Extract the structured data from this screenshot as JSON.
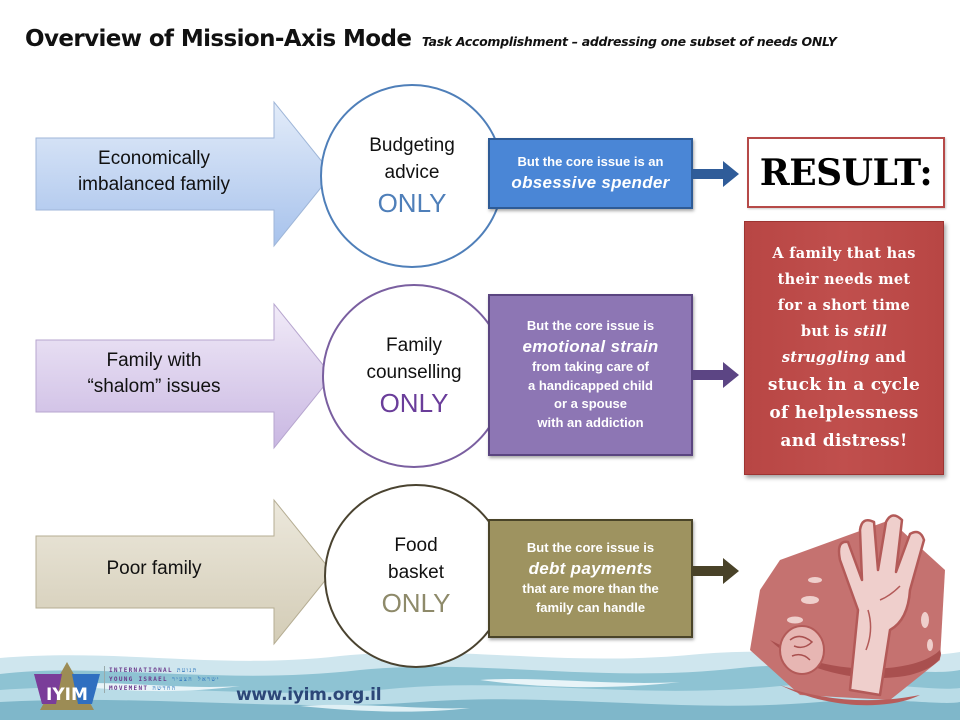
{
  "title": {
    "main": "Overview of Mission-Axis Mode",
    "subtitle": "Task Accomplishment –  addressing one subset of needs ONLY"
  },
  "rows": [
    {
      "family_lines": [
        "Economically",
        "imbalanced family"
      ],
      "service_lines": [
        "Budgeting",
        "advice"
      ],
      "service_only": "ONLY",
      "issue_lines_before": [
        "But the core issue is an"
      ],
      "issue_emphasis": "obsessive spender",
      "issue_lines_after": [],
      "colors": {
        "arrow_light": "#dbe6f7",
        "arrow_dark": "#a9c4ee",
        "circle_border": "#4f7fb9",
        "only_text": "#4f7fb9",
        "box_fill": "#4a86d6",
        "box_border": "#2e5b96",
        "small_arrow": "#2f5c99"
      }
    },
    {
      "family_lines": [
        "Family with",
        "“shalom” issues"
      ],
      "service_lines": [
        "Family",
        "counselling"
      ],
      "service_only": "ONLY",
      "issue_lines_before": [
        "But the core issue is"
      ],
      "issue_emphasis": "emotional strain",
      "issue_lines_after": [
        "from taking care of",
        "a handicapped child",
        "or a spouse",
        "with an addiction"
      ],
      "colors": {
        "arrow_light": "#efe8f6",
        "arrow_dark": "#cbbbe2",
        "circle_border": "#7a5fa0",
        "only_text": "#6a3d9a",
        "box_fill": "#8d76b4",
        "box_border": "#5a4580",
        "small_arrow": "#5c4584"
      }
    },
    {
      "family_lines": [
        "Poor family"
      ],
      "service_lines": [
        "Food",
        "basket"
      ],
      "service_only": "ONLY",
      "issue_lines_before": [
        "But the core issue is"
      ],
      "issue_emphasis": "debt payments",
      "issue_lines_after": [
        "that are more than the",
        "family can handle"
      ],
      "colors": {
        "arrow_light": "#e9e4d6",
        "arrow_dark": "#d2cbb4",
        "circle_border": "#4a4330",
        "only_text": "#8e8a6a",
        "box_fill": "#9e9360",
        "box_border": "#4a4428",
        "small_arrow": "#494228"
      }
    }
  ],
  "result": {
    "label": "RESULT:",
    "lines": [
      {
        "text": "A family that has"
      },
      {
        "text": "their needs met"
      },
      {
        "text": "for a short time"
      },
      {
        "text": "but is ",
        "em": "still"
      },
      {
        "em": "struggling",
        "text": " and"
      },
      {
        "text": "stuck in a cycle",
        "large": true
      },
      {
        "text": "of helplessness",
        "large": true
      },
      {
        "text": "and distress!",
        "large": true
      }
    ],
    "colors": {
      "box_border": "#b64a48",
      "desc_fill": "#bd4b49"
    }
  },
  "illustration": {
    "icon": "drowning-hand-icon"
  },
  "footer": {
    "logo_text": "IYIM",
    "org_lines": [
      {
        "en": "INTERNATIONAL",
        "he": "תנועת"
      },
      {
        "en": "YOUNG ISRAEL",
        "he": "ישראל הצעיר"
      },
      {
        "en": "MOVEMENT",
        "he": "החדשה"
      }
    ],
    "url": "www.iyim.org.il"
  }
}
